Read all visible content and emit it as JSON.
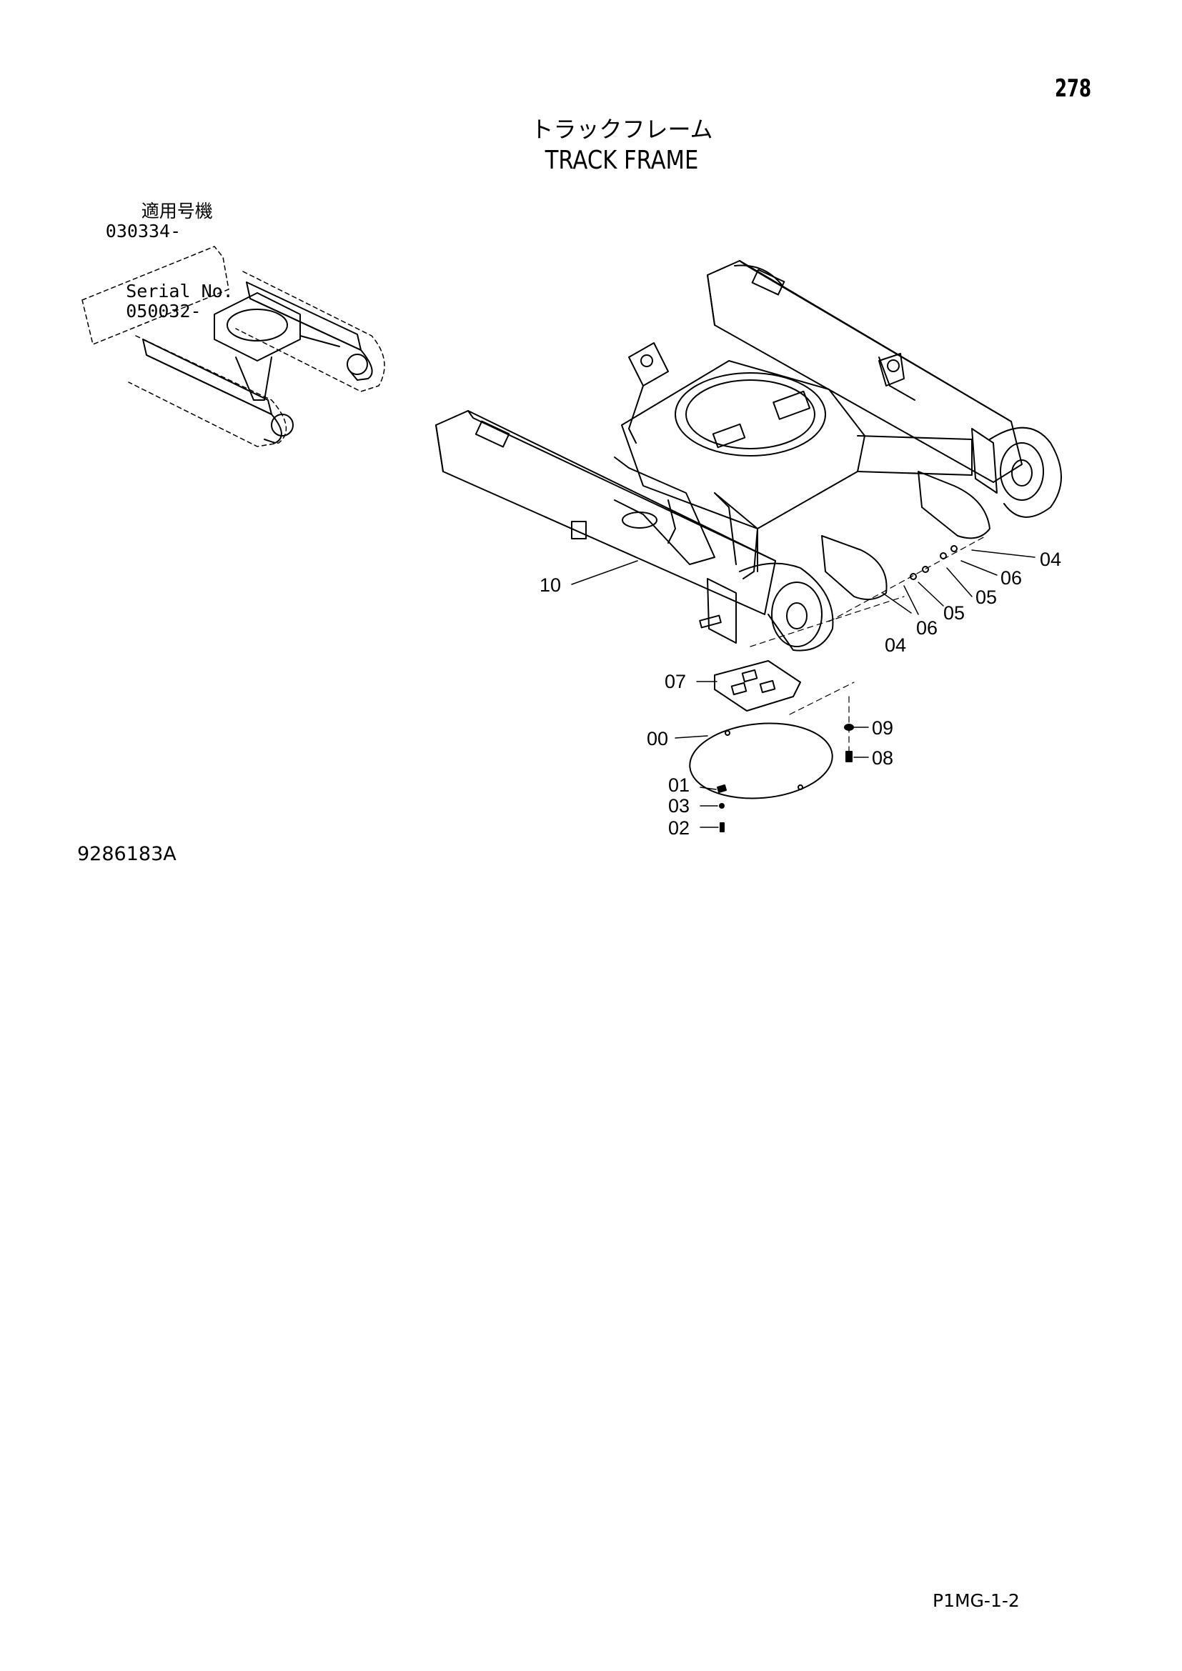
{
  "header": {
    "page_number": "278",
    "title_jp": "トラックフレーム",
    "title_en": "TRACK FRAME"
  },
  "serial": {
    "label_jp": "適用号機",
    "value_jp": "030334-",
    "label_en": "Serial No.",
    "value_en": "050032-"
  },
  "callouts": [
    {
      "id": "callout-10",
      "label": "10"
    },
    {
      "id": "callout-04a",
      "label": "04"
    },
    {
      "id": "callout-06a",
      "label": "06"
    },
    {
      "id": "callout-05a",
      "label": "05"
    },
    {
      "id": "callout-04b",
      "label": "04"
    },
    {
      "id": "callout-06b",
      "label": "06"
    },
    {
      "id": "callout-05b",
      "label": "05"
    },
    {
      "id": "callout-07",
      "label": "07"
    },
    {
      "id": "callout-00",
      "label": "00"
    },
    {
      "id": "callout-09",
      "label": "09"
    },
    {
      "id": "callout-08",
      "label": "08"
    },
    {
      "id": "callout-01",
      "label": "01"
    },
    {
      "id": "callout-03",
      "label": "03"
    },
    {
      "id": "callout-02",
      "label": "02"
    }
  ],
  "footer": {
    "drawing_number": "9286183A",
    "page_code": "P1MG-1-2"
  }
}
